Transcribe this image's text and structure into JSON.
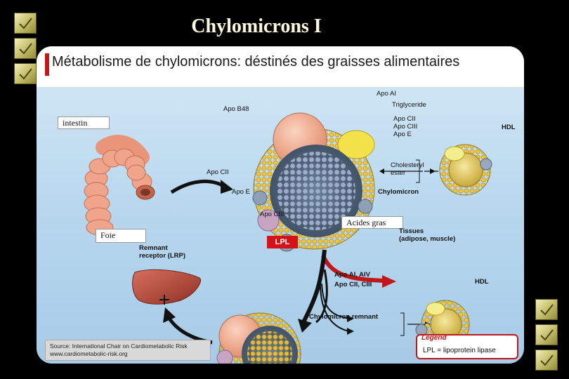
{
  "slide": {
    "title": "Chylomicrons I"
  },
  "panel": {
    "heading": "Métabolisme de chylomicrons: déstinés des graisses alimentaires"
  },
  "diagram": {
    "overlay_boxes": {
      "intestin": "intestin",
      "foie": "Foie",
      "acides_gras": "Acides gras"
    },
    "chylomicron_labels": {
      "apo_ai": "Apo AI",
      "triglyceride": "Triglyceride",
      "apo_b48": "Apo B48",
      "apo_cii_group": [
        "Apo CII",
        "Apo CIII",
        "Apo E"
      ],
      "apo_cii_left": "Apo CII",
      "apo_e_left": "Apo E",
      "cholesteryl_ester": [
        "Cholesteryl",
        "ester"
      ],
      "apo_ciii_bottom": "Apo CIII",
      "chylomicron": "Chylomicron"
    },
    "hdl_top": "HDL",
    "hdl_bottom": "HDL",
    "lpl_badge": "LPL",
    "tissues": [
      "Tissues",
      "(adipose, muscle)"
    ],
    "released_apos": [
      "Apo AI, AIV",
      "Apo CII, CIII"
    ],
    "remnant_label": "Chylomicron remnant",
    "liver_labels": [
      "Remnant",
      "receptor (LRP)"
    ],
    "source": [
      "Source: International Chair on Cardiometabolic Risk",
      "www.cardiometabolic-risk.org"
    ],
    "legend": {
      "title": "Legend",
      "text": "LPL = lipoprotein lipase"
    }
  },
  "colors": {
    "background": "#000000",
    "title": "#fff9e0",
    "accent_red": "#c0171b",
    "diagram_bg": "#b7d7ee",
    "lipid_yellow": "#f2c43a",
    "apo_b48": "#f0a98a",
    "intestine": "#f0a58a",
    "liver": "#b5473a"
  },
  "icons": [
    "checkbox-bullet-icon"
  ]
}
